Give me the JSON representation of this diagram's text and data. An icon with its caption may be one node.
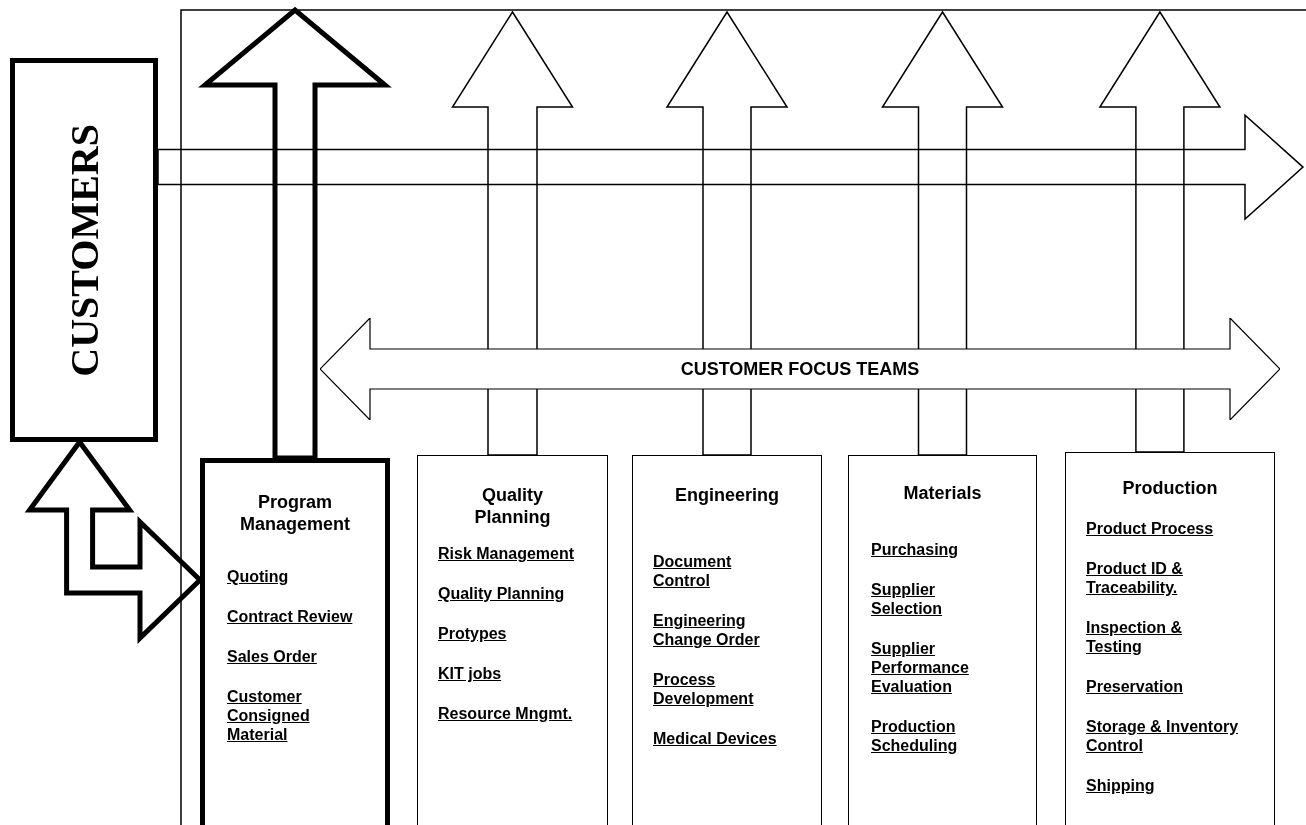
{
  "diagram": {
    "nodes": [
      {
        "text": [
          "CUSTOMERS"
        ]
      },
      {
        "text": [
          "Program Management",
          "Quoting",
          "Contract Review",
          "Sales Order",
          "Customer Consigned Material"
        ]
      },
      {
        "text": [
          "Quality Planning",
          "Risk Management",
          "Quality Planning",
          "Protypes",
          "KIT jobs",
          "Resource Mngmt."
        ]
      },
      {
        "text": [
          "Engineering",
          "Document Control",
          "Engineering Change Order",
          "Process Development",
          "Medical Devices"
        ]
      },
      {
        "text": [
          "Materials",
          "Purchasing",
          "Supplier Selection",
          "Supplier Performance Evaluation",
          "Production Scheduling"
        ]
      },
      {
        "text": [
          "Production",
          "Product Process",
          "Product ID & Traceability.",
          "Inspection & Testing",
          "Preservation",
          "Storage & Inventory Control",
          "Shipping"
        ]
      },
      {
        "text": [
          "CUSTOMER FOCUS TEAMS"
        ]
      }
    ],
    "edges": [
      {
        "from": 0,
        "to": 1,
        "arrow": "both",
        "style": "thick"
      },
      {
        "from": 0,
        "to": null,
        "arrow": "to"
      },
      {
        "from": 1,
        "to": null,
        "arrow": "to",
        "style": "thick"
      },
      {
        "from": 2,
        "to": null,
        "arrow": "to"
      },
      {
        "from": 3,
        "to": null,
        "arrow": "to"
      },
      {
        "from": 4,
        "to": null,
        "arrow": "to"
      },
      {
        "from": 5,
        "to": null,
        "arrow": "to"
      }
    ]
  }
}
